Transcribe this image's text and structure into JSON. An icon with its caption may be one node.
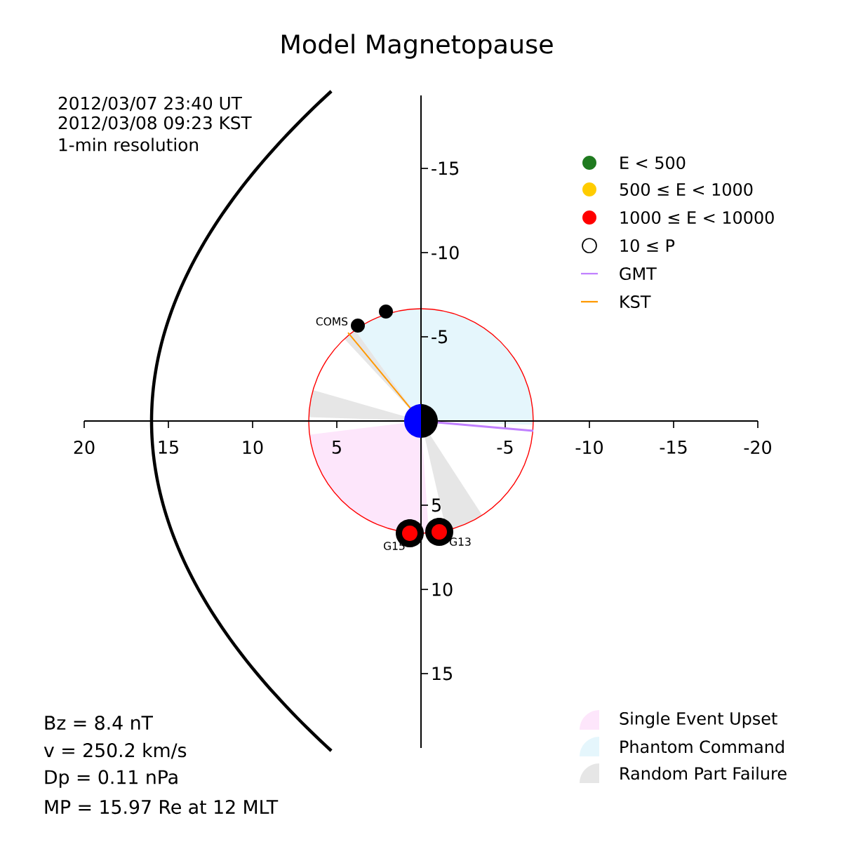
{
  "diagram": {
    "title": "Model Magnetopause",
    "labels": [
      "2012/03/07 23:40 UT",
      "2012/03/08 09:23 KST",
      "1-min resolution",
      "-15",
      "-10",
      "COMS",
      "-5",
      "20",
      "15",
      "10",
      "5",
      "-5",
      "-10",
      "-15",
      "-20",
      "5",
      "G15",
      "G13",
      "10",
      "15",
      "Bz = 8.4 nT",
      "v = 250.2 km/s",
      "Dp = 0.11 nPa",
      "MP = 15.97 Re at 12 MLT"
    ],
    "legend": [
      {
        "text": "E < 500",
        "color": "#1f7a1f"
      },
      {
        "text": "500 ≤ E < 1000",
        "color": "#ffcc00"
      },
      {
        "text": "1000 ≤ E < 10000",
        "color": "#ff0000"
      },
      {
        "text": "10 ≤ P"
      },
      {
        "text": "GMT"
      },
      {
        "text": "KST"
      },
      {
        "text": "Single Event Upset",
        "color": "#fde6fb"
      },
      {
        "text": "Phantom Command",
        "color": "#e5f6fc"
      },
      {
        "text": "Random Part Failure",
        "color": "#e6e6e6"
      }
    ]
  }
}
